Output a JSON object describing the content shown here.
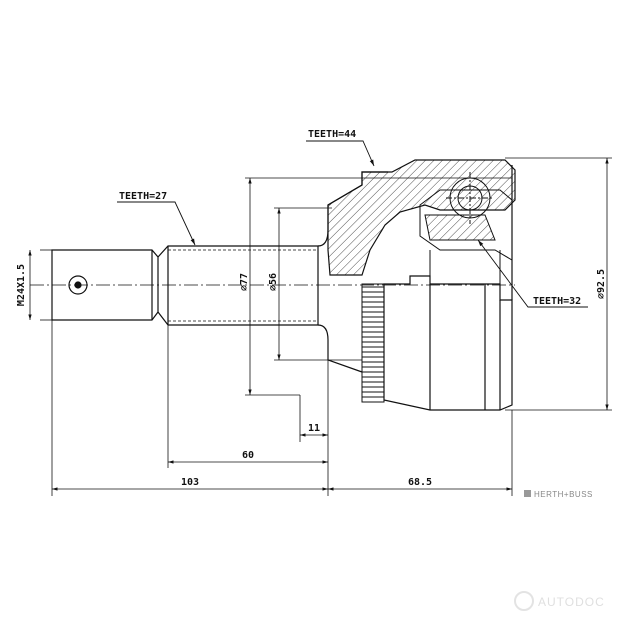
{
  "callouts": {
    "teeth_outer": "TEETH=44",
    "teeth_shaft": "TEETH=27",
    "teeth_inner": "TEETH=32"
  },
  "dimensions": {
    "thread": "M24X1.5",
    "dia_77": "⌀77",
    "dia_56": "⌀56",
    "dia_92_5": "⌀92.5",
    "len_11": "11",
    "len_60": "60",
    "len_103": "103",
    "len_68_5": "68.5"
  },
  "branding": {
    "logo_text": "HERTH+BUSS",
    "watermark_text": "AUTODOC"
  }
}
